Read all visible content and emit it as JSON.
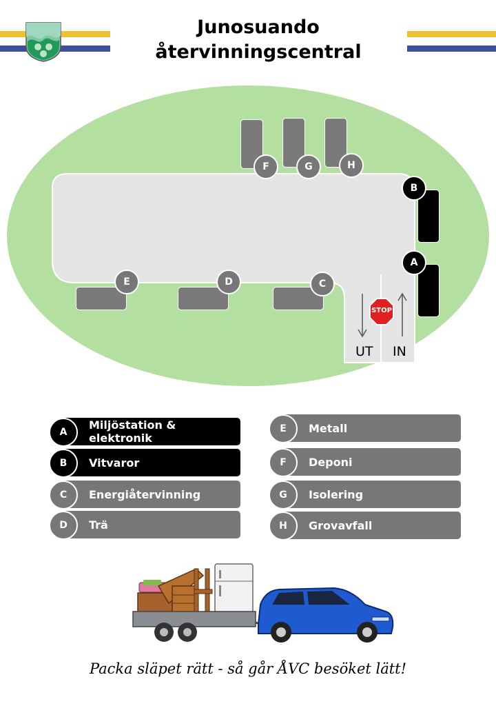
{
  "header": {
    "title_line1": "Junosuando",
    "title_line2": "återvinningscentral",
    "stripe_colors": {
      "yellow": "#f0c030",
      "blue": "#3e4f98"
    },
    "logo_icon": "shield-coat-of-arms-icon"
  },
  "map": {
    "area_color": "#b3e0a1",
    "road_color": "#e4e4e4",
    "pins": {
      "A": "A",
      "B": "B",
      "C": "C",
      "D": "D",
      "E": "E",
      "F": "F",
      "G": "G",
      "H": "H"
    },
    "stop_sign": "STOP",
    "exit_label": "UT",
    "entry_label": "IN"
  },
  "legend": {
    "left": [
      {
        "letter": "A",
        "label": "Miljöstation & elektronik",
        "color": "#000000"
      },
      {
        "letter": "B",
        "label": "Vitvaror",
        "color": "#000000"
      },
      {
        "letter": "C",
        "label": "Energiåtervinning",
        "color": "#777777"
      },
      {
        "letter": "D",
        "label": "Trä",
        "color": "#777777"
      }
    ],
    "right": [
      {
        "letter": "E",
        "label": "Metall",
        "color": "#777777"
      },
      {
        "letter": "F",
        "label": "Deponi",
        "color": "#777777"
      },
      {
        "letter": "G",
        "label": "Isolering",
        "color": "#777777"
      },
      {
        "letter": "H",
        "label": "Grovavfall",
        "color": "#777777"
      }
    ]
  },
  "illustration": {
    "icon": "car-with-trailer-icon"
  },
  "tagline": "Packa släpet rätt - så går ÅVC besöket lätt!"
}
